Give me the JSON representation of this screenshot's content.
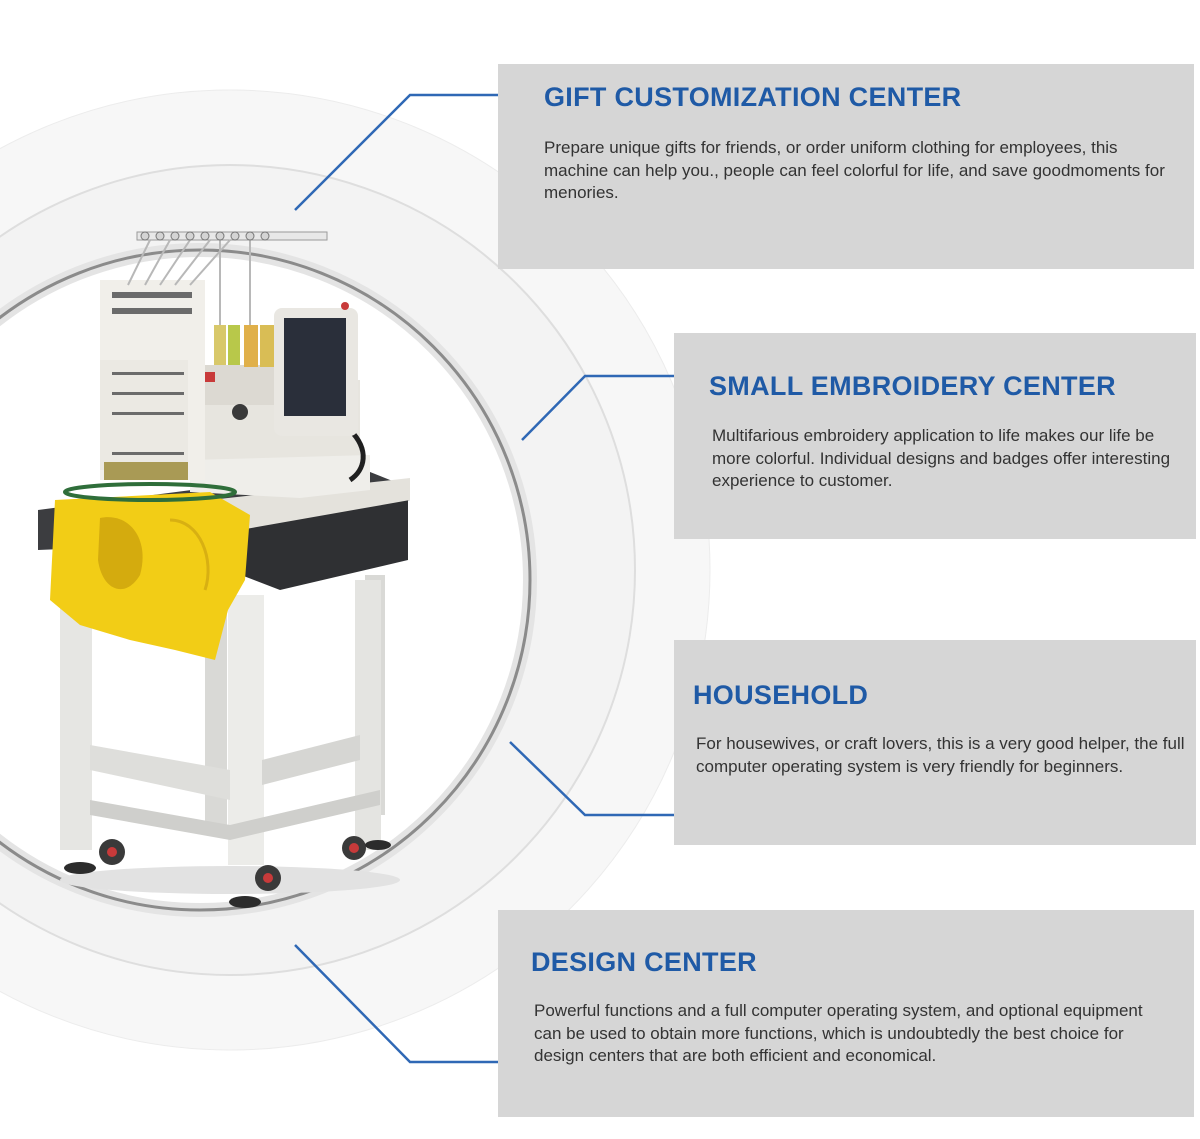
{
  "colors": {
    "accent": "#1f5aa6",
    "card_background": "#d6d6d6",
    "body_text": "#333333",
    "garment": "#f2cd16"
  },
  "product_image": {
    "subject": "single-head embroidery machine with yellow shirt on stand"
  },
  "sections": [
    {
      "title": "GIFT CUSTOMIZATION CENTER",
      "body": "Prepare unique gifts for friends, or order uniform clothing for employees, this machine can help you., people can feel colorful for life, and save goodmoments for menories."
    },
    {
      "title": "SMALL EMBROIDERY CENTER",
      "body": "Multifarious embroidery application to life makes our life be more colorful. Individual designs and badges offer interesting experience to customer."
    },
    {
      "title": "HOUSEHOLD",
      "body": "For housewives, or craft lovers, this is a very good helper, the full computer operating system is very friendly for beginners."
    },
    {
      "title": "DESIGN CENTER",
      "body": "Powerful functions and a full computer operating system, and optional equipment can be used to obtain more functions, which is undoubtedly the best choice for design centers that are both efficient and economical."
    }
  ]
}
